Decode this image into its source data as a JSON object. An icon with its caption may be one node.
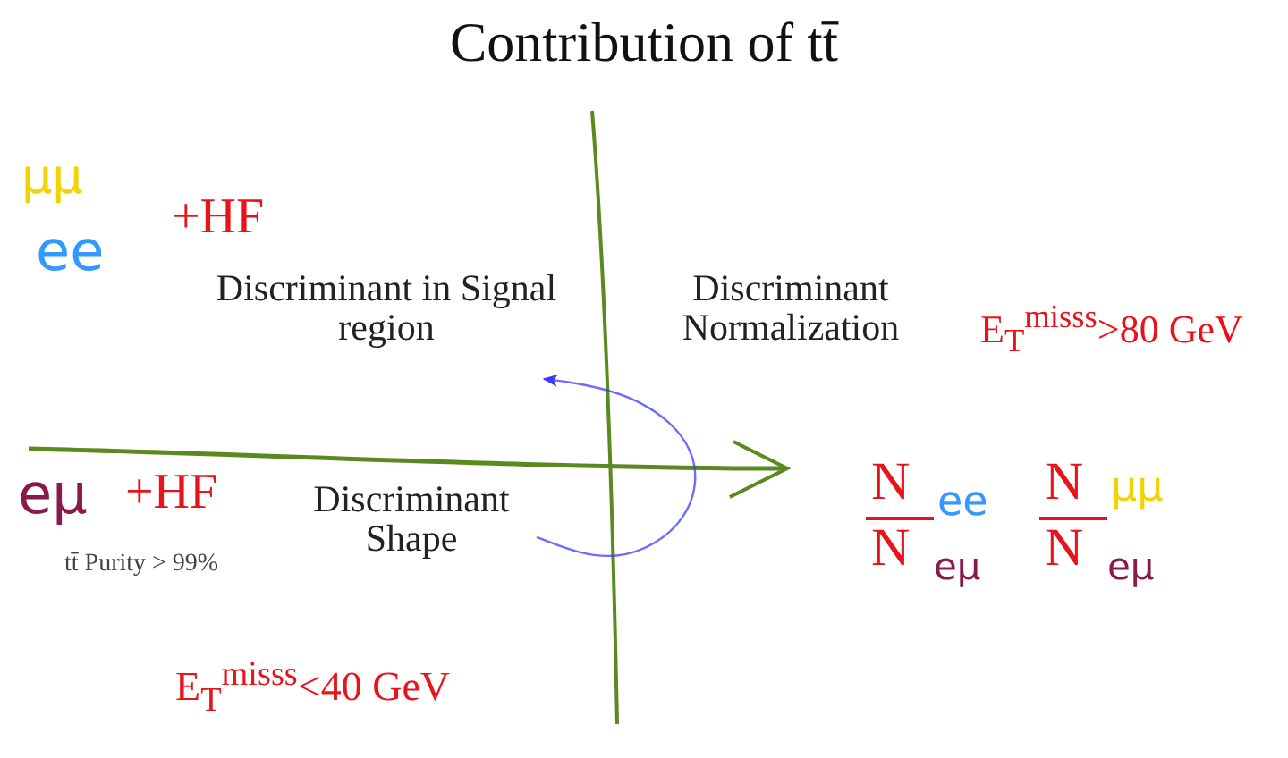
{
  "diagram": {
    "title": "Contribution of tt̄",
    "nodes": [
      {
        "text": [
          "Discriminant in Signal region"
        ]
      },
      {
        "text": [
          "Discriminant Normalization"
        ]
      },
      {
        "text": [
          "Discriminant Shape"
        ]
      }
    ],
    "edges": [
      {
        "from": 2,
        "to": 0,
        "arrow": "to",
        "color": "#3b3bff"
      }
    ],
    "labels": [
      "μμ",
      "ee",
      "+HF",
      "eμ",
      "+HF",
      "tt̄ Purity > 99%",
      "E$_{T}$$^{misss}$>80 GeV",
      "N",
      "ee",
      "N",
      "μμ",
      "N",
      "eμ",
      "N",
      "eμ",
      "E$_{T}$$^{misss}$<40 GeV"
    ]
  }
}
